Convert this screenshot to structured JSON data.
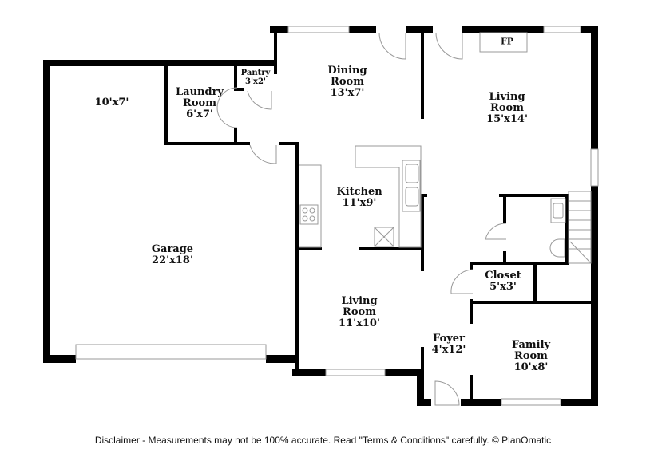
{
  "rooms": [
    {
      "name": "",
      "size": "10'x7'"
    },
    {
      "name": "Laundry Room",
      "line1": "Laundry",
      "line2": "Room",
      "size": "6'x7'"
    },
    {
      "name": "Pantry",
      "size": "3'x2'"
    },
    {
      "line1": "Dining",
      "line2": "Room",
      "size": "13'x7'"
    },
    {
      "line1": "Living",
      "line2": "Room",
      "size": "15'x14'"
    },
    {
      "name": "Kitchen",
      "size": "11'x9'"
    },
    {
      "name": "Garage",
      "size": "22'x18'"
    },
    {
      "name": "Closet",
      "size": "5'x3'"
    },
    {
      "line1": "Living",
      "line2": "Room",
      "size": "11'x10'"
    },
    {
      "name": "Foyer",
      "size": "4'x12'"
    },
    {
      "line1": "Family",
      "line2": "Room",
      "size": "10'x8'"
    }
  ],
  "fireplace_label": "FP",
  "disclaimer": "Disclaimer - Measurements may not be 100% accurate. Read \"Terms & Conditions\" carefully. © PlanOmatic",
  "colors": {
    "wall": "#000000",
    "fixture": "#999999"
  }
}
